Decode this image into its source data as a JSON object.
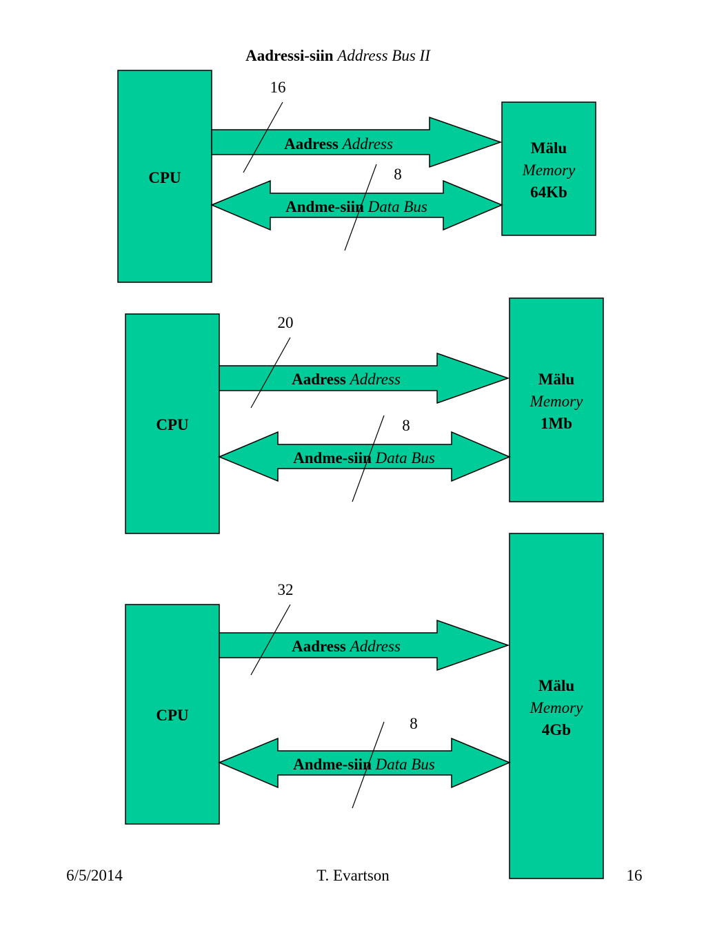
{
  "title": {
    "bold": "Aadressi-siin",
    "italic": "Address Bus II"
  },
  "colors": {
    "fill": "#00CC99",
    "stroke": "#000000",
    "text": "#000000"
  },
  "diagrams": [
    {
      "cpu_label": "CPU",
      "memory": {
        "name": "Mälu",
        "name_en": "Memory",
        "size": "64Kb"
      },
      "address_bus": {
        "label_bold": "Aadress",
        "label_italic": "Address",
        "width": "16"
      },
      "data_bus": {
        "label_bold": "Andme-siin",
        "label_italic": "Data Bus",
        "width": "8"
      }
    },
    {
      "cpu_label": "CPU",
      "memory": {
        "name": "Mälu",
        "name_en": "Memory",
        "size": "1Mb"
      },
      "address_bus": {
        "label_bold": "Aadress",
        "label_italic": "Address",
        "width": "20"
      },
      "data_bus": {
        "label_bold": "Andme-siin",
        "label_italic": "Data Bus",
        "width": "8"
      }
    },
    {
      "cpu_label": "CPU",
      "memory": {
        "name": "Mälu",
        "name_en": "Memory",
        "size": "4Gb"
      },
      "address_bus": {
        "label_bold": "Aadress",
        "label_italic": "Address",
        "width": "32"
      },
      "data_bus": {
        "label_bold": "Andme-siin",
        "label_italic": "Data Bus",
        "width": "8"
      }
    }
  ],
  "footer": {
    "date": "6/5/2014",
    "author": "T. Evartson",
    "page": "16"
  }
}
